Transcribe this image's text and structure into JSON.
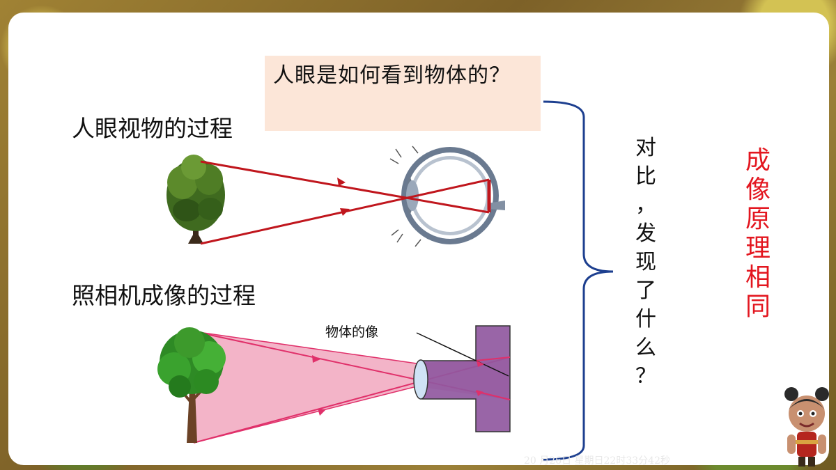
{
  "question": "人眼是如何看到物体的？",
  "eye_title": "人眼视物的过程",
  "camera_title": "照相机成像的过程",
  "image_label": "物体的像",
  "compare_text": "对\n比\n，\n发\n现\n了\n什\n么\n？",
  "conclusion_text": "成\n像\n原\n理\n相\n同",
  "date_text": "20  月26日 星期日22时33分42秒",
  "colors": {
    "accent_red": "#e3161f",
    "ray_red": "#c0161d",
    "ray_pink": "#e0306a",
    "camera_purple": "#9058a0",
    "brace_blue": "#1d3f8f"
  },
  "icons": [
    "tree-icon",
    "eye-icon",
    "camera-icon",
    "mascot-icon"
  ]
}
